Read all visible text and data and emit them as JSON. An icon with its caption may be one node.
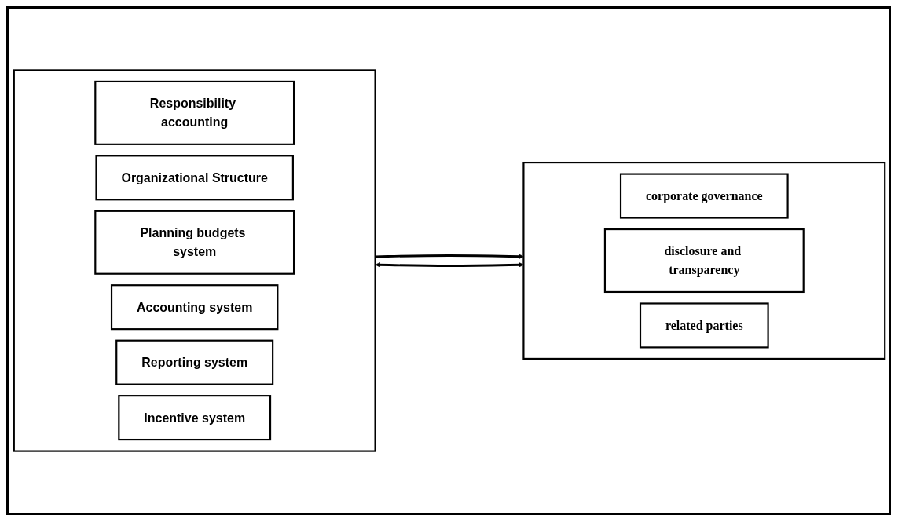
{
  "diagram": {
    "nodes": [
      {
        "text": [],
        "shape": "box"
      },
      {
        "text": [
          "Responsibility accounting"
        ],
        "in": 0
      },
      {
        "text": [
          "Organizational Structure"
        ],
        "in": 0
      },
      {
        "text": [
          "Planning budgets system"
        ],
        "in": 0
      },
      {
        "text": [
          "Accounting system"
        ],
        "in": 0
      },
      {
        "text": [
          "Reporting system"
        ],
        "in": 0
      },
      {
        "text": [
          "Incentive system"
        ],
        "in": 0
      },
      {
        "text": [],
        "shape": "box"
      },
      {
        "text": [
          "corporate governance"
        ],
        "in": 7
      },
      {
        "text": [
          "disclosure and transparency"
        ],
        "in": 7
      },
      {
        "text": [
          "related parties"
        ],
        "in": 7
      }
    ],
    "edges": [
      {
        "from": 0,
        "to": 7,
        "arrow": "to"
      },
      {
        "from": 0,
        "to": 7,
        "arrow": "both"
      }
    ]
  }
}
